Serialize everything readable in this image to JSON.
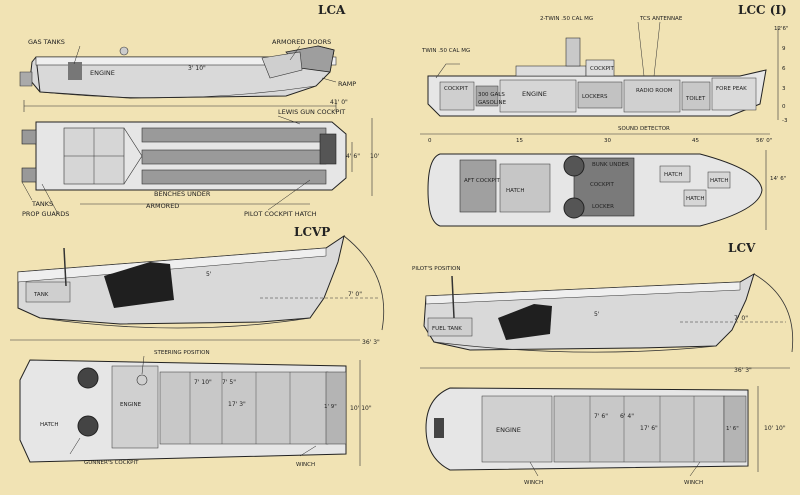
{
  "colors": {
    "paper": "#f1e3b4",
    "hull_light": "#e6e6e6",
    "hull_mid": "#c9c9c9",
    "hull_dark": "#9a9a9a",
    "ink": "#222222",
    "shadow": "#1a1a1a"
  },
  "lca": {
    "title": "LCA",
    "labels": {
      "gas_tanks": "GAS TANKS",
      "armored_doors": "ARMORED DOORS",
      "engine": "ENGINE",
      "height": "3' 10\"",
      "ramp": "RAMP",
      "length": "41' 0\"",
      "lewis_gun": "LEWIS GUN COCKPIT",
      "beam_inner": "4' 6\"",
      "beam_outer": "10'",
      "benches": "BENCHES UNDER",
      "tanks": "TANKS",
      "armored": "ARMORED",
      "prop_guards": "PROP GUARDS",
      "pilot_hatch": "PILOT COCKPIT HATCH"
    }
  },
  "lcc": {
    "title": "LCC (I)",
    "labels": {
      "twin_mg_top": "2-TWIN .50 CAL MG",
      "tcs": "TCS ANTENNAE",
      "twin_mg": "TWIN .50 CAL MG",
      "cockpit_top": "COCKPIT",
      "cockpit_aft": "COCKPIT",
      "gals": "300 GALS",
      "gals_sub": "GASOLINE",
      "engine": "ENGINE",
      "lockers": "LOCKERS",
      "radio": "RADIO ROOM",
      "toilet": "TOILET",
      "fore_peak": "FORE PEAK",
      "sound": "SOUND DETECTOR",
      "length": "56' 0\"",
      "beam": "14' 6\"",
      "aft_cockpit": "AFT COCKPIT",
      "hatch_small": "HATCH",
      "bunk": "BUNK UNDER",
      "cockpit_deck": "COCKPIT",
      "locker_deck": "LOCKER",
      "hatch1": "HATCH",
      "hatch2": "HATCH",
      "hatch3": "HATCH"
    },
    "height_scale": [
      "12'6\"",
      "9",
      "6",
      "3",
      "0",
      "-3"
    ],
    "length_scale": [
      "0",
      "15",
      "30",
      "45",
      "56'0\""
    ]
  },
  "lcvp": {
    "title": "LCVP",
    "labels": {
      "tank": "TANK",
      "height": "5'",
      "draft": "7' 0\"",
      "length": "36' 3\"",
      "steering": "STEERING POSITION",
      "engine": "ENGINE",
      "hatch": "HATCH",
      "gunner": "GUNNER'S COCKPIT",
      "winch": "WINCH",
      "w1": "7' 10\"",
      "w2": "7' 5\"",
      "cargo_len": "17' 3\"",
      "ramp_w": "1' 9\"",
      "beam": "10' 10\""
    }
  },
  "lcv": {
    "title": "LCV",
    "labels": {
      "pilot": "PILOT'S POSITION",
      "fuel": "FUEL TANK",
      "height": "5'",
      "draft": "7' 0\"",
      "length": "36' 3\"",
      "engine": "ENGINE",
      "w1": "7' 6\"",
      "w2": "6' 4\"",
      "cargo_len": "17' 6\"",
      "ramp_w": "1' 6\"",
      "beam": "10' 10\"",
      "winch1": "WINCH",
      "winch2": "WINCH"
    }
  }
}
